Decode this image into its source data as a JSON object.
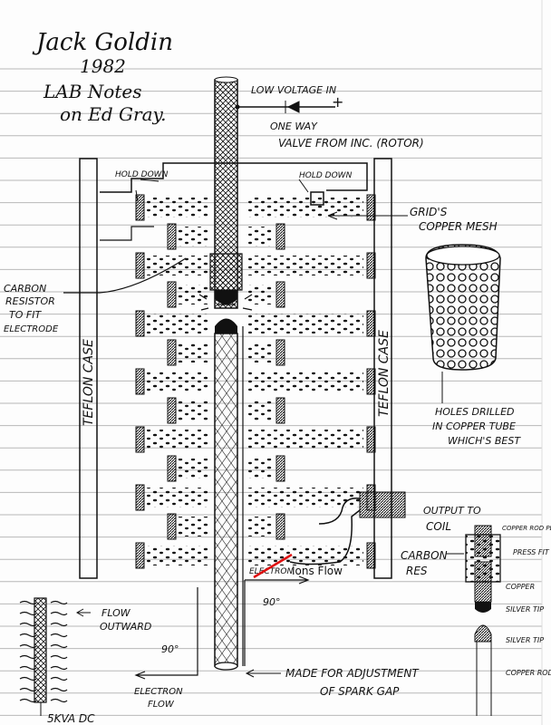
{
  "header": {
    "signature": "Jack Goldin",
    "year": "1982",
    "title_line1": "LAB Notes",
    "title_line2": "on Ed Gray."
  },
  "labels": {
    "low_voltage": "LOW VOLTAGE IN",
    "plus": "+",
    "one_way_1": "ONE WAY",
    "one_way_2": "VALVE FROM INC. (ROTOR)",
    "hold_down_left": "HOLD DOWN",
    "hold_down_right": "HOLD DOWN",
    "grid_1": "GRID'S",
    "grid_2": "COPPER MESH",
    "carbon_1": "CARBON",
    "carbon_2": "RESISTOR",
    "carbon_3": "TO FIT",
    "carbon_4": "ELECTRODE",
    "teflon_left": "TEFLON CASE",
    "teflon_right": "TEFLON CASE",
    "holes_1": "HOLES DRILLED",
    "holes_2": "IN COPPER TUBE",
    "holes_3": "WHICH'S BEST",
    "output_1": "OUTPUT TO",
    "output_2": "COIL",
    "carbon_res_1": "CARBON",
    "carbon_res_2": "RES",
    "copper_rod_plain": "COPPER ROD PLAIN",
    "press_fit": "PRESS FIT",
    "copper": "COPPER",
    "silver_tip_1": "SILVER TIP",
    "silver_tip_2": "SILVER TIP",
    "copper_rod": "COPPER ROD",
    "electron_flow_crossed": "ELECTRON",
    "ions_flow": "Ions Flow",
    "flow_outward_1": "FLOW",
    "flow_outward_2": "OUTWARD",
    "deg_left": "90°",
    "deg_right": "90°",
    "electron_flow_1": "ELECTRON",
    "electron_flow_2": "FLOW",
    "adjust_1": "MADE FOR ADJUSTMENT",
    "adjust_2": "OF SPARK GAP",
    "skva": "5KVA DC"
  },
  "colors": {
    "ink": "#111111",
    "ruled_line": "#b8b8b8",
    "correction": "#e01010"
  }
}
